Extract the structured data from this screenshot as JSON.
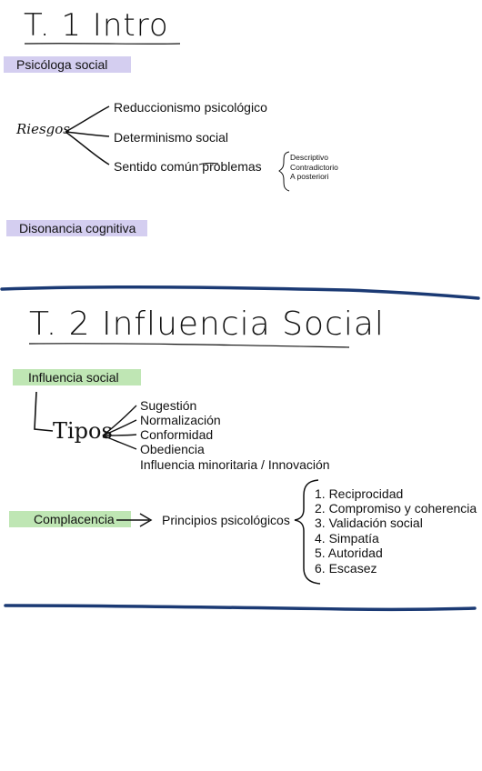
{
  "section1": {
    "title": "T. 1 Intro",
    "highlight_psicologa": "Psicóloga social",
    "riesgos_label": "Riesgos",
    "riesgos_items": [
      "Reduccionismo psicológico",
      "Determinismo social",
      "Sentido común problemas"
    ],
    "sentido_comun_sub": [
      "Descriptivo",
      "Contradictorio",
      "A posteriori"
    ],
    "highlight_disonancia": "Disonancia cognitiva"
  },
  "section2": {
    "title": "T. 2 Influencia Social",
    "highlight_influencia": "Influencia social",
    "tipos_label": "Tipos",
    "tipos_items": [
      "Sugestión",
      "Normalización",
      "Conformidad",
      "Obediencia",
      "Influencia minoritaria / Innovación"
    ],
    "highlight_complacencia": "Complacencia",
    "principios_label": "Principios psicológicos",
    "principios_items": [
      "1. Reciprocidad",
      "2. Compromiso y coherencia",
      "3. Validación social",
      "4. Simpatía",
      "5. Autoridad",
      "6. Escasez"
    ]
  },
  "colors": {
    "purple_highlight": "#d4cef0",
    "green_highlight": "#bfe6b4",
    "divider_blue": "#1b3a74",
    "ink": "#111111"
  }
}
